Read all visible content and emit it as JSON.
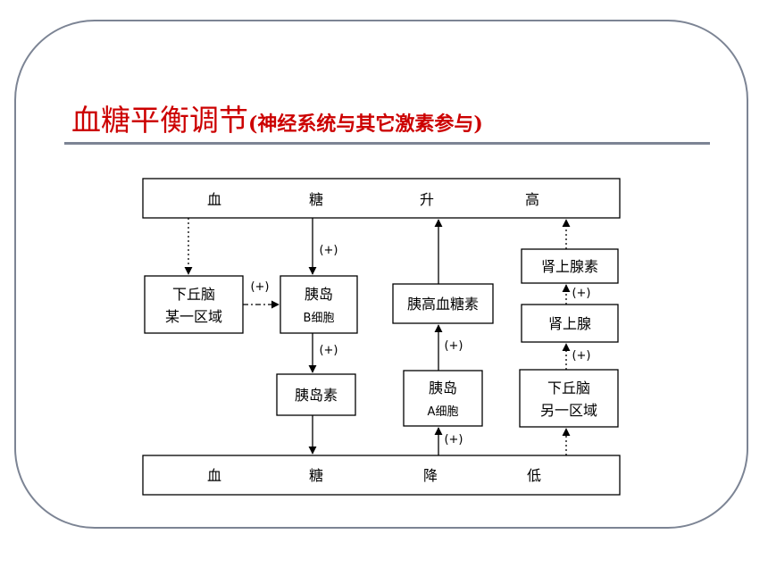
{
  "title": {
    "main": "血糖平衡调节",
    "sub": "(神经系统与其它激素参与)"
  },
  "bars": {
    "top": [
      "血",
      "糖",
      "升",
      "高"
    ],
    "bottom": [
      "血",
      "糖",
      "降",
      "低"
    ]
  },
  "boxes": {
    "hypothalamus_a": [
      "下丘脑",
      "某一区域"
    ],
    "beta_cell": [
      "胰岛",
      "B细胞"
    ],
    "insulin": "胰岛素",
    "glucagon": "胰高血糖素",
    "alpha_cell": [
      "胰岛",
      "A细胞"
    ],
    "adrenaline": "肾上腺素",
    "adrenal_gland": "肾上腺",
    "hypothalamus_b": [
      "下丘脑",
      "另一区域"
    ]
  },
  "plus_label": "(+)"
}
